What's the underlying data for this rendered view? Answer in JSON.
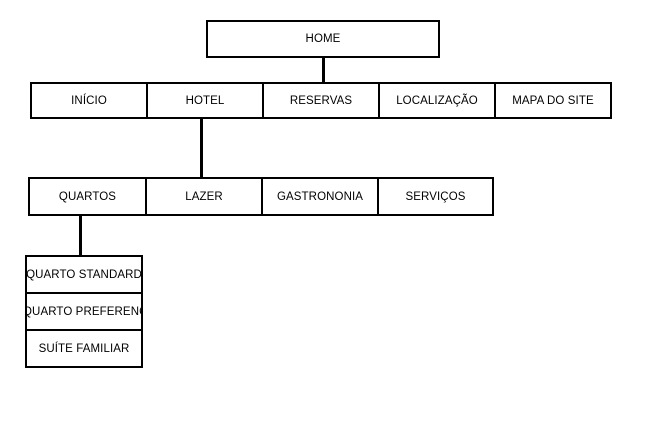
{
  "root": {
    "label": "HOME"
  },
  "level1": [
    {
      "label": "INÍCIO"
    },
    {
      "label": "HOTEL"
    },
    {
      "label": "RESERVAS"
    },
    {
      "label": "LOCALIZAÇÃO"
    },
    {
      "label": "MAPA DO SITE"
    }
  ],
  "level2": [
    {
      "label": "QUARTOS"
    },
    {
      "label": "LAZER"
    },
    {
      "label": "GASTRONONIA"
    },
    {
      "label": "SERVIÇOS"
    }
  ],
  "level3": [
    {
      "label": "QUARTO STANDARD"
    },
    {
      "label": "QUARTO PREFERENCIA"
    },
    {
      "label": "SUÍTE FAMILIAR"
    }
  ],
  "colors": {
    "border": "#000000",
    "background": "#ffffff",
    "text": "#000000"
  }
}
